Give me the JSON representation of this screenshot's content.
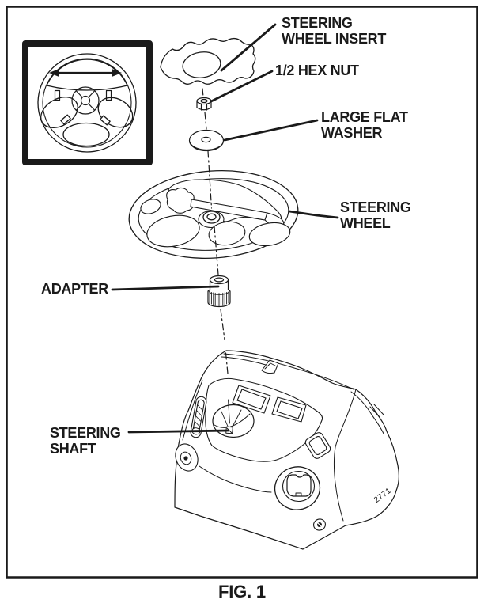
{
  "figure": {
    "caption": "FIG. 1",
    "part_number_marking": "2771"
  },
  "callouts": {
    "steering_wheel_insert": {
      "line1": "STEERING",
      "line2": "WHEEL INSERT"
    },
    "hex_nut": {
      "line1": "1/2 HEX NUT"
    },
    "large_flat_washer": {
      "line1": "LARGE FLAT",
      "line2": "WASHER"
    },
    "steering_wheel": {
      "line1": "STEERING",
      "line2": "WHEEL"
    },
    "adapter": {
      "line1": "ADAPTER"
    },
    "steering_shaft": {
      "line1": "STEERING",
      "line2": "SHAFT"
    }
  },
  "icons": {
    "inset_arrow": "left-right-arrow-icon"
  },
  "colors": {
    "line": "#1a1a1a",
    "background": "#ffffff"
  }
}
